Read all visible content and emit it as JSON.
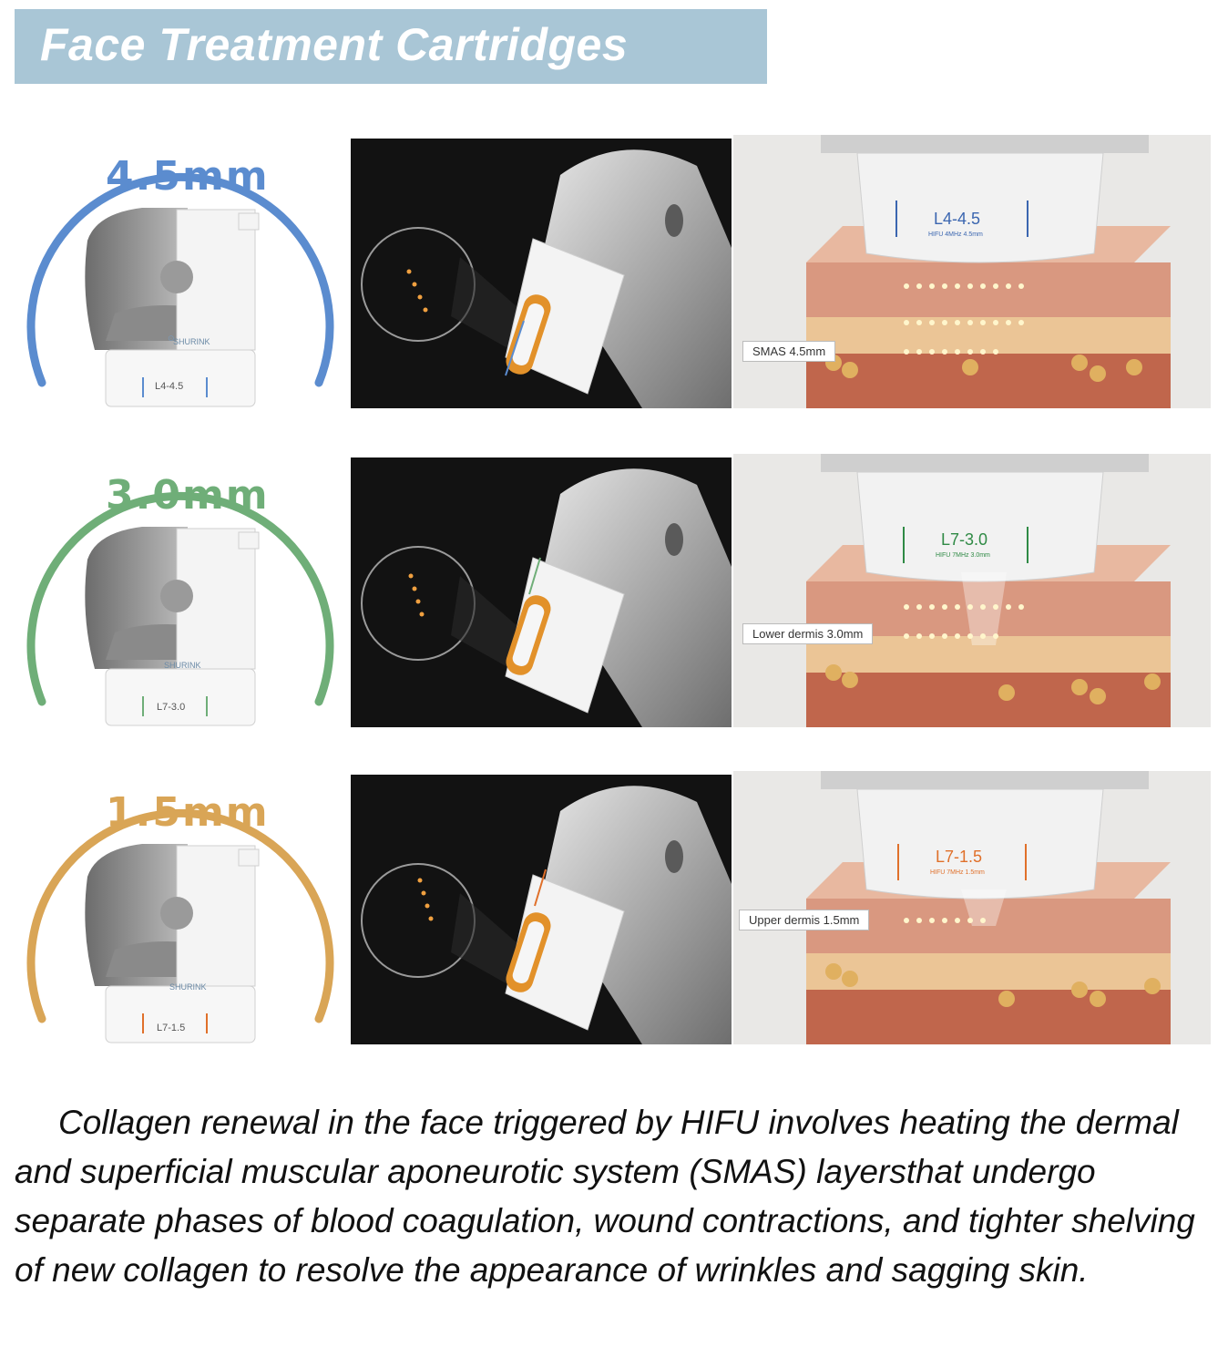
{
  "title": "Face Treatment Cartridges",
  "rows": [
    {
      "depth": "4.5mm",
      "color": "#5b8ccf",
      "brand": "SHURINK",
      "cartridge_code": "L4-4.5",
      "screen_code": "L4-4.5",
      "screen_spec": "HIFU 4MHz 4.5mm",
      "layer_label": "SMAS  4.5mm"
    },
    {
      "depth": "3.0mm",
      "color": "#6fae78",
      "brand": "SHURINK",
      "cartridge_code": "L7-3.0",
      "screen_code": "L7-3.0",
      "screen_spec": "HIFU 7MHz 3.0mm",
      "layer_label": "Lower dermis  3.0mm"
    },
    {
      "depth": "1.5mm",
      "color": "#d9a556",
      "brand": "SHURINK",
      "cartridge_code": "L7-1.5",
      "screen_code": "L7-1.5",
      "screen_spec": "HIFU 7MHz 1.5mm",
      "layer_label": "Upper dermis  1.5mm"
    }
  ],
  "paragraph": "Collagen renewal in the face triggered by HIFU involves heating the dermal and superficial muscular aponeurotic system (SMAS) layersthat undergo separate phases of blood coagulation, wound contractions, and tighter shelving of new collagen to resolve the appearance of wrinkles and sagging skin."
}
